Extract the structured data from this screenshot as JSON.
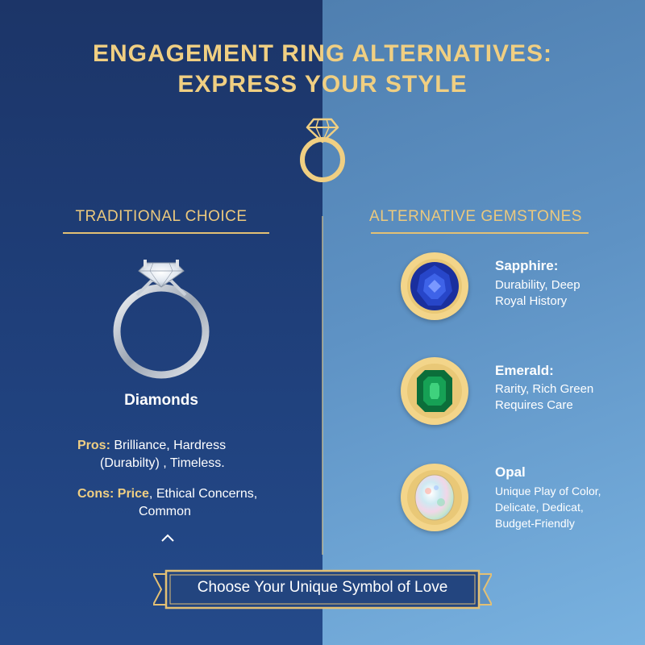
{
  "header": {
    "title_line1": "ENGAGEMENT RING ALTERNATIVES:",
    "title_line2": "EXPRESS YOUR STYLE"
  },
  "left": {
    "section_title": "TRADITIONAL CHOICE",
    "name": "Diamonds",
    "pros_label": "Pros:",
    "pros_text": "Brilliance, Hardress",
    "pros_text2": "(Durabilty) , Timeless.",
    "cons_label": "Cons:",
    "cons_price": "Price",
    "cons_text": ", Ethical Concerns,",
    "cons_text2": "Common"
  },
  "right": {
    "section_title": "ALTERNATIVE GEMSTONES",
    "gems": [
      {
        "name": "Sapphire:",
        "line1": "Durability, Deep",
        "line2": "Royal History",
        "line3": ""
      },
      {
        "name": "Emerald:",
        "line1": "Rarity, Rich Green",
        "line2": "Requires Care",
        "line3": ""
      },
      {
        "name": "Opal",
        "line1": "Unique Play of Color,",
        "line2": "Delicate, Dedicat,",
        "line3": "Budget-Friendly"
      }
    ]
  },
  "footer": {
    "banner_text": "Choose Your Unique Symbol of Love"
  },
  "colors": {
    "gold": "#f0cf82",
    "left_bg": "#1f3f7a",
    "right_bg": "#5e92c4"
  },
  "icons": {
    "header": "diamond-ring-icon",
    "toggle": "chevron-up-icon"
  }
}
